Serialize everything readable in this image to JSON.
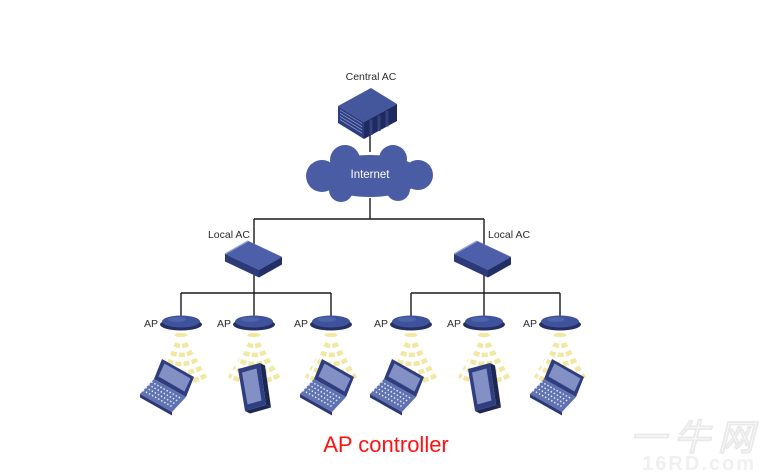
{
  "diagram": {
    "central_ac_label": "Central AC",
    "internet_label": "Internet",
    "local_ac_labels": [
      "Local AC",
      "Local AC"
    ],
    "ap_labels": [
      "AP",
      "AP",
      "AP",
      "AP",
      "AP",
      "AP"
    ],
    "caption": "AP controller",
    "caption_color": "#ff1212",
    "colors": {
      "cloud_blue": "#4a5ca4",
      "device_top_blue": "#4c5fa8",
      "device_navy": "#2e3d7e",
      "screen_blue": "#8290c5",
      "wifi_yellow": "#f2e7a3",
      "line_black": "#1a1a1a"
    },
    "watermark": {
      "title": "一牛网",
      "domain": "16RD.com"
    }
  }
}
